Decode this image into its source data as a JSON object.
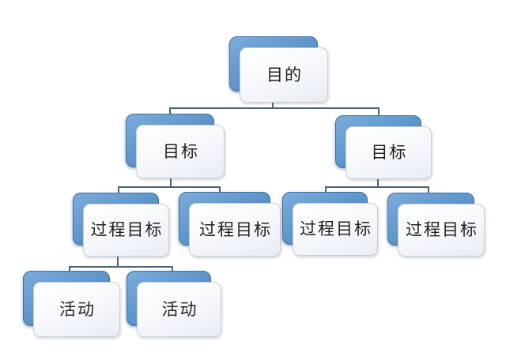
{
  "diagram": {
    "type": "hierarchy",
    "description": "SmartArt-style goal hierarchy diagram",
    "tree": {
      "root": {
        "label": "目的",
        "children": [
          {
            "label": "目标",
            "children": [
              {
                "label": "过程目标",
                "children": [
                  {
                    "label": "活动"
                  },
                  {
                    "label": "活动"
                  }
                ]
              },
              {
                "label": "过程目标"
              }
            ]
          },
          {
            "label": "目标",
            "children": [
              {
                "label": "过程目标"
              },
              {
                "label": "过程目标"
              }
            ]
          }
        ]
      }
    }
  },
  "colors": {
    "accent_blue": "#5B93C8",
    "accent_blue_light": "#7BACDC",
    "accent_blue_dark": "#4A7FB3",
    "accent_blue_edge": "#436F9E",
    "box_fill": "#F7F9FC",
    "box_border": "#C9CFD8",
    "connector": "#4E6370",
    "text": "#222222",
    "background": "#FFFFFF"
  }
}
